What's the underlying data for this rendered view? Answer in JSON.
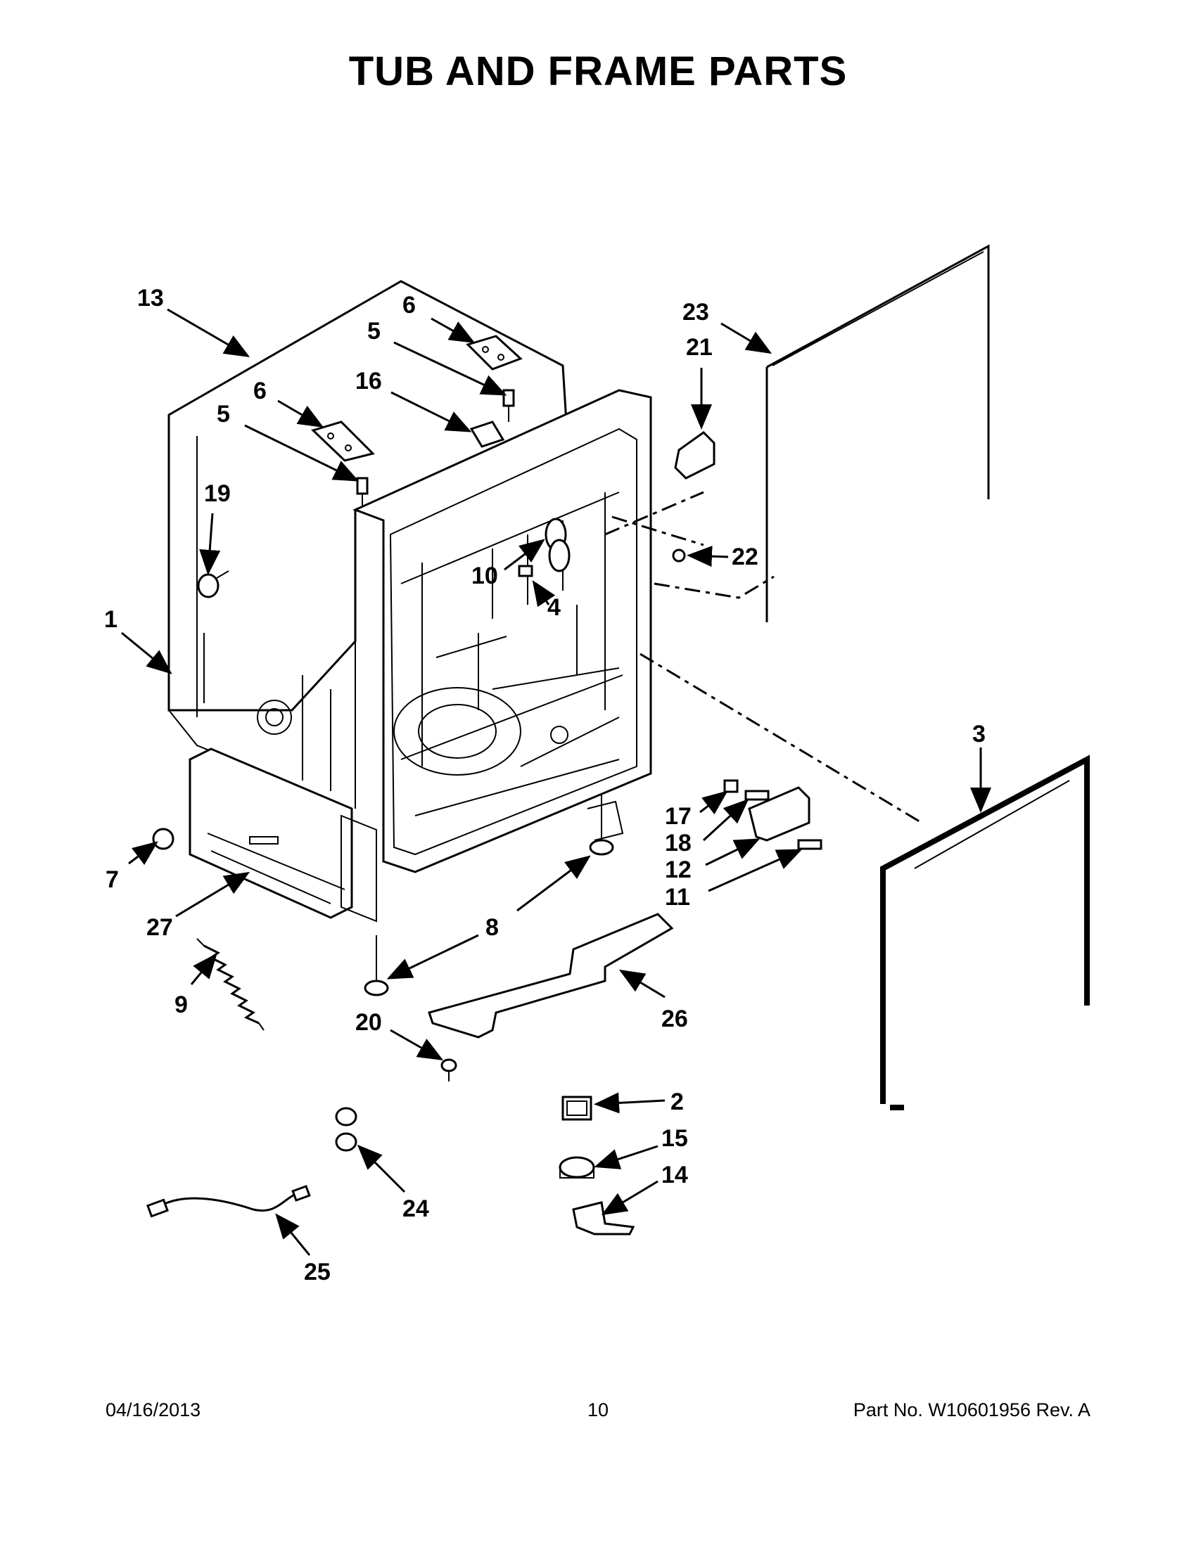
{
  "title": "TUB AND FRAME PARTS",
  "footer": {
    "date": "04/16/2013",
    "page": "10",
    "part_number": "Part No.  W10601956  Rev.  A"
  },
  "callouts": [
    "13",
    "6",
    "5",
    "6",
    "5",
    "16",
    "19",
    "1",
    "23",
    "21",
    "22",
    "10",
    "4",
    "3",
    "17",
    "18",
    "12",
    "11",
    "7",
    "27",
    "8",
    "9",
    "26",
    "20",
    "2",
    "15",
    "14",
    "24",
    "25"
  ]
}
